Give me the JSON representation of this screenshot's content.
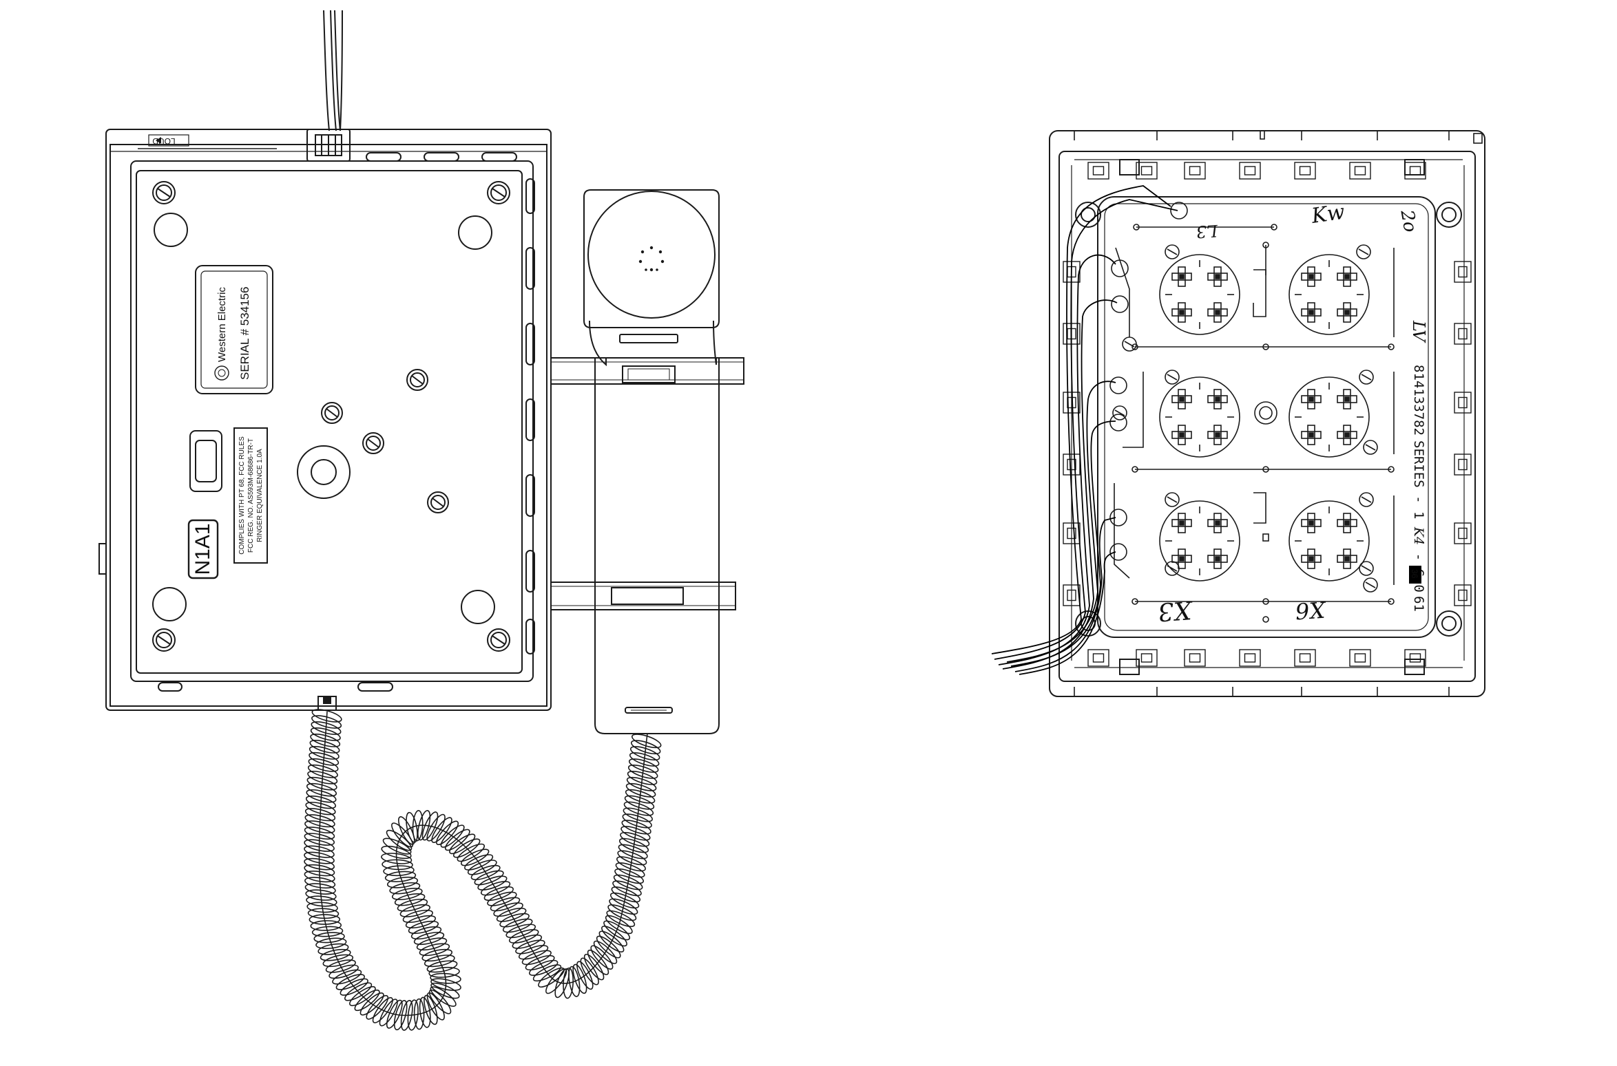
{
  "phone": {
    "loud_label": "LOUD",
    "nameplate": {
      "brand": "Western Electric",
      "serial": "SERIAL # 534156"
    },
    "fcc_label": {
      "line1": "COMPLIES WITH PT 68, FCC RULES",
      "line2": "FCC REG. NO. AS593M-68686-TR-T",
      "line3": "RINGER EQUIVALENCE 1.0A"
    },
    "model_label": "N1A1"
  },
  "board": {
    "part_number": "814133782",
    "series_text": "SERIES - 1 ",
    "series_mark": "K4",
    "series_suffix": " - G 0",
    "badge": "36",
    "row_number": "61",
    "handwritten": [
      "Kw",
      "L3",
      "2o",
      "LV",
      "X3",
      "X6"
    ]
  },
  "colors": {
    "line": "#1a1a1a",
    "wire": "#000000",
    "background": "#ffffff"
  }
}
